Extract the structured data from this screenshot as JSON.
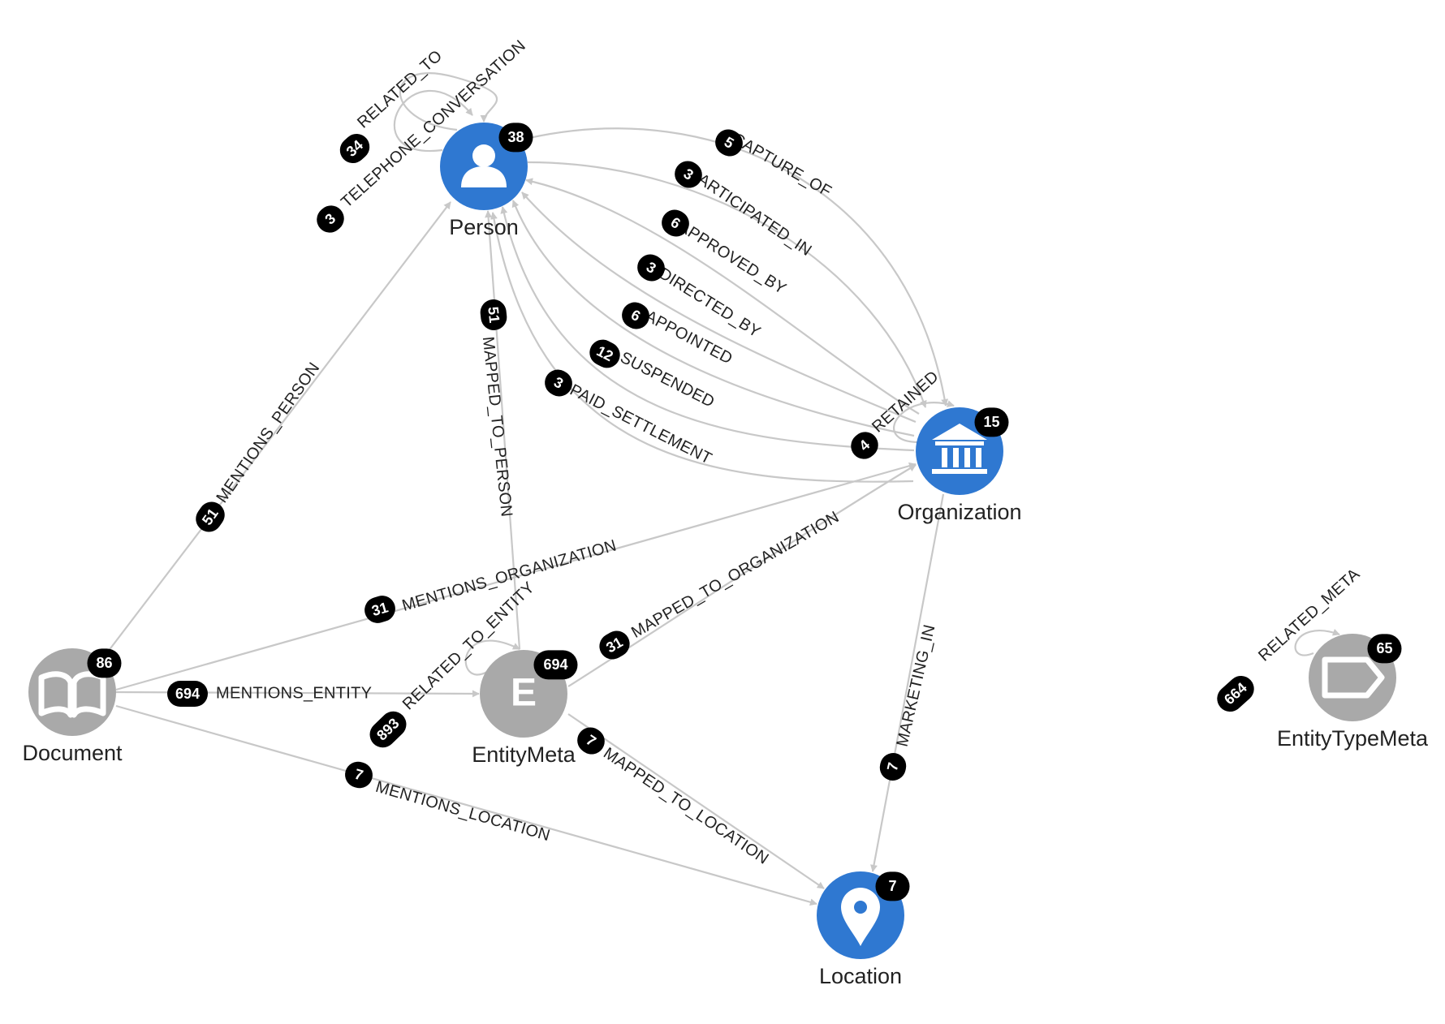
{
  "colors": {
    "blue": "#2f78d1",
    "gray": "#a9a9a9",
    "edge": "#c8c8c8",
    "badge": "#000000"
  },
  "nodes": [
    {
      "id": "person",
      "label": "Person",
      "count": "38",
      "icon": "person-icon",
      "color": "#2f78d1"
    },
    {
      "id": "organization",
      "label": "Organization",
      "count": "15",
      "icon": "bank-icon",
      "color": "#2f78d1"
    },
    {
      "id": "document",
      "label": "Document",
      "count": "86",
      "icon": "book-icon",
      "color": "#a9a9a9"
    },
    {
      "id": "entitymeta",
      "label": "EntityMeta",
      "count": "694",
      "icon": "letter-e-icon",
      "color": "#a9a9a9"
    },
    {
      "id": "location",
      "label": "Location",
      "count": "7",
      "icon": "map-pin-icon",
      "color": "#2f78d1"
    },
    {
      "id": "entitytypemeta",
      "label": "EntityTypeMeta",
      "count": "65",
      "icon": "tag-icon",
      "color": "#a9a9a9"
    }
  ],
  "edges": [
    {
      "id": "related_to_person",
      "source": "person",
      "target": "person",
      "label": "RELATED_TO",
      "count": "34"
    },
    {
      "id": "telephone_conversation",
      "source": "person",
      "target": "person",
      "label": "TELEPHONE_CONVERSATION",
      "count": "3"
    },
    {
      "id": "capture_of",
      "source": "person",
      "target": "organization",
      "label": "CAPTURE_OF",
      "count": "5"
    },
    {
      "id": "participated_in",
      "source": "person",
      "target": "organization",
      "label": "PARTICIPATED_IN",
      "count": "3"
    },
    {
      "id": "approved_by",
      "source": "organization",
      "target": "person",
      "label": "APPROVED_BY",
      "count": "6"
    },
    {
      "id": "directed_by",
      "source": "organization",
      "target": "person",
      "label": "DIRECTED_BY",
      "count": "3"
    },
    {
      "id": "appointed",
      "source": "organization",
      "target": "person",
      "label": "APPOINTED",
      "count": "6"
    },
    {
      "id": "suspended",
      "source": "organization",
      "target": "person",
      "label": "SUSPENDED",
      "count": "12"
    },
    {
      "id": "paid_settlement",
      "source": "person",
      "target": "organization",
      "label": "PAID_SETTLEMENT",
      "count": "3"
    },
    {
      "id": "retained",
      "source": "organization",
      "target": "organization",
      "label": "RETAINED",
      "count": "4"
    },
    {
      "id": "mentions_person",
      "source": "document",
      "target": "person",
      "label": "MENTIONS_PERSON",
      "count": "51"
    },
    {
      "id": "mapped_to_person",
      "source": "entitymeta",
      "target": "person",
      "label": "MAPPED_TO_PERSON",
      "count": "51"
    },
    {
      "id": "mentions_organization",
      "source": "document",
      "target": "organization",
      "label": "MENTIONS_ORGANIZATION",
      "count": "31"
    },
    {
      "id": "mapped_to_organization",
      "source": "entitymeta",
      "target": "organization",
      "label": "MAPPED_TO_ORGANIZATION",
      "count": "31"
    },
    {
      "id": "mentions_entity",
      "source": "document",
      "target": "entitymeta",
      "label": "MENTIONS_ENTITY",
      "count": "694"
    },
    {
      "id": "related_to_entity",
      "source": "entitymeta",
      "target": "entitymeta",
      "label": "RELATED_TO_ENTITY",
      "count": "893"
    },
    {
      "id": "mentions_location",
      "source": "document",
      "target": "location",
      "label": "MENTIONS_LOCATION",
      "count": "7"
    },
    {
      "id": "mapped_to_location",
      "source": "entitymeta",
      "target": "location",
      "label": "MAPPED_TO_LOCATION",
      "count": "7"
    },
    {
      "id": "marketing_in",
      "source": "organization",
      "target": "location",
      "label": "MARKETING_IN",
      "count": "7"
    },
    {
      "id": "related_meta",
      "source": "entitytypemeta",
      "target": "entitytypemeta",
      "label": "RELATED_META",
      "count": "664"
    }
  ]
}
